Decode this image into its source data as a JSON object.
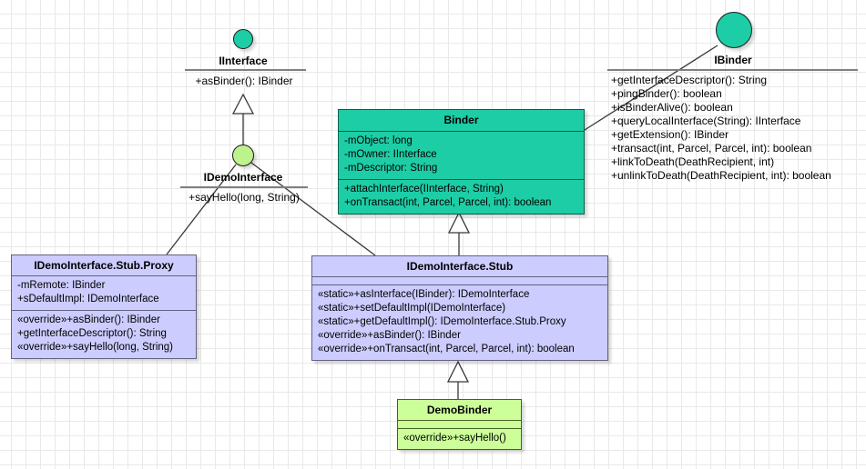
{
  "colors": {
    "teal_fill": "#1dcda6",
    "teal_stroke": "#00614b",
    "lavender_fill": "#ccccff",
    "lavender_stroke": "#63637f",
    "green_fill": "#ccff99",
    "green_stroke": "#4a611f",
    "circle_green_fill": "#bdf28c",
    "edge": "#383838",
    "lollipop_rule": "#808080",
    "grid_line": "#e9e9e9"
  },
  "lollipops": {
    "iinterface": {
      "name": "IInterface",
      "operations": [
        "+asBinder(): IBinder"
      ]
    },
    "ibinder": {
      "name": "IBinder",
      "operations": [
        "+getInterfaceDescriptor(): String",
        "+pingBinder(): boolean",
        "+isBinderAlive(): boolean",
        "+queryLocalInterface(String): IInterface",
        "+getExtension(): IBinder",
        "+transact(int, Parcel, Parcel, int): boolean",
        "+linkToDeath(DeathRecipient, int)",
        "+unlinkToDeath(DeathRecipient, int): boolean"
      ]
    },
    "idemointerface": {
      "name": "IDemoInterface",
      "operations": [
        "+sayHello(long, String)"
      ]
    }
  },
  "classes": {
    "binder": {
      "title": "Binder",
      "attributes": [
        "-mObject: long",
        "-mOwner: IInterface",
        "-mDescriptor: String"
      ],
      "methods": [
        "+attachInterface(IInterface, String)",
        "+onTransact(int, Parcel, Parcel, int): boolean"
      ]
    },
    "stub_proxy": {
      "title": "IDemoInterface.Stub.Proxy",
      "attributes": [
        "-mRemote: IBinder",
        "+sDefaultImpl: IDemoInterface"
      ],
      "methods": [
        "«override»+asBinder(): IBinder",
        "+getInterfaceDescriptor(): String",
        "«override»+sayHello(long, String)"
      ]
    },
    "stub": {
      "title": "IDemoInterface.Stub",
      "methods": [
        "«static»+asInterface(IBinder): IDemoInterface",
        "«static»+setDefaultImpl(IDemoInterface)",
        "«static»+getDefaultImpl(): IDemoInterface.Stub.Proxy",
        "«override»+asBinder(): IBinder",
        "«override»+onTransact(int, Parcel, Parcel, int): boolean"
      ]
    },
    "demo_binder": {
      "title": "DemoBinder",
      "methods": [
        "«override»+sayHello()"
      ]
    }
  }
}
